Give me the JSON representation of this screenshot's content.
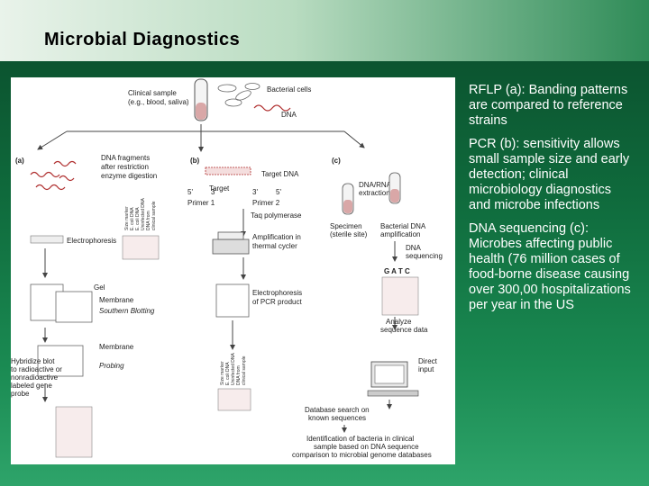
{
  "slide": {
    "title": "Microbial Diagnostics",
    "bullets": [
      "RFLP (a): Banding patterns are compared to reference strains",
      "PCR (b): sensitivity allows small sample size and early detection; clinical microbiology diagnostics and microbe infections",
      "DNA sequencing (c): Microbes affecting public health (76 million cases of food-borne disease causing over 300,00 hospitalizations per year in the US"
    ],
    "bullet_glyph": "•"
  },
  "figure": {
    "top": {
      "clinical_sample": "Clinical sample",
      "clinical_sample_eg": "(e.g., blood, saliva)",
      "bacterial_cells": "Bacterial cells",
      "dna": "DNA"
    },
    "panel_a": {
      "tag": "(a)",
      "fragments_1": "DNA fragments",
      "fragments_2": "after restriction",
      "fragments_3": "enzyme digestion",
      "electrophoresis": "Electrophoresis",
      "gel": "Gel",
      "membrane": "Membrane",
      "southern_blotting": "Southern Blotting",
      "membrane_2": "Membrane",
      "probing": "Probing",
      "hybridize_1": "Hybridize blot",
      "hybridize_2": "to radioactive or",
      "hybridize_3": "nonradioactive",
      "hybridize_4": "labeled gene",
      "hybridize_5": "probe",
      "lane_labels": [
        "Size marker",
        "E. coli DNA",
        "E. coli DNA",
        "Uninfected DNA",
        "DNA from",
        "clinical sample"
      ]
    },
    "panel_b": {
      "tag": "(b)",
      "target_dna": "Target DNA",
      "target": "Target",
      "end_5a": "5'",
      "end_3a": "3'",
      "end_3b": "3'",
      "end_5b": "5'",
      "primer_1": "Primer 1",
      "primer_2": "Primer 2",
      "taq": "Taq polymerase",
      "amp_1": "Amplification in",
      "amp_2": "thermal cycler",
      "electro_1": "Electrophoresis",
      "electro_2": "of PCR product",
      "lane_labels": [
        "Size marker",
        "E. coli DNA",
        "Uninfected DNA",
        "DNA from",
        "clinical sample"
      ]
    },
    "panel_c": {
      "tag": "(c)",
      "extract_1": "DNA/RNA",
      "extract_2": "extraction",
      "specimen_1": "Specimen",
      "specimen_2": "(sterile site)",
      "bact_amp_1": "Bacterial DNA",
      "bact_amp_2": "amplification",
      "dna_seq_1": "DNA",
      "dna_seq_2": "sequencing",
      "gatc": "G A T C",
      "analyze_1": "Analyze",
      "analyze_2": "sequence data",
      "direct_1": "Direct",
      "direct_2": "input",
      "db_1": "Database search on",
      "db_2": "known sequences",
      "ident_1": "Identification of bacteria in clinical",
      "ident_2": "sample based on DNA sequence",
      "ident_3": "comparison to microbial genome databases"
    }
  }
}
